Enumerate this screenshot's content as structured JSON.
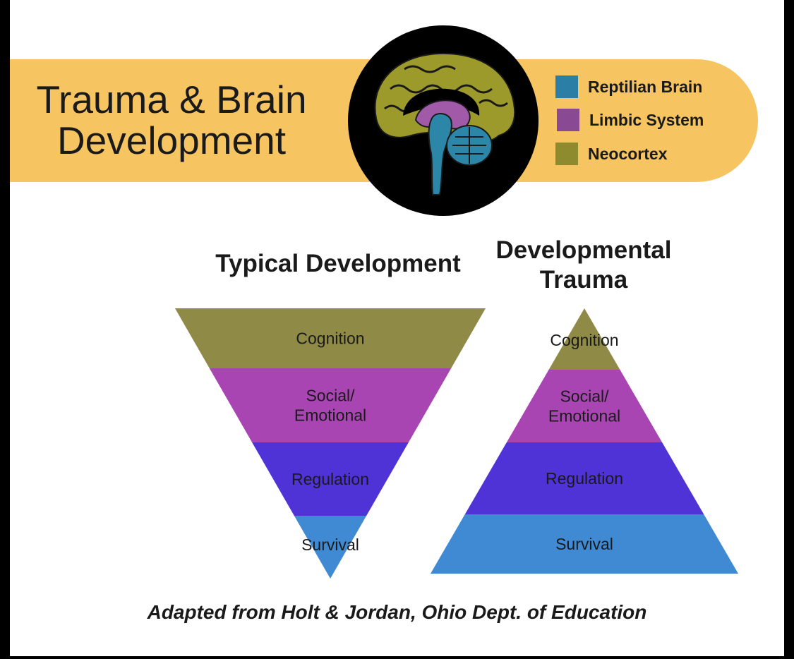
{
  "title": {
    "line1": "Trauma & Brain",
    "line2": "Development"
  },
  "illustration": {
    "icon": "brain-cross-section-icon"
  },
  "legend": [
    {
      "label": "Reptilian Brain",
      "color": "#2b7fa6"
    },
    {
      "label": "Limbic System",
      "color": "#8a4a93"
    },
    {
      "label": "Neocortex",
      "color": "#8e8a2e"
    }
  ],
  "typical": {
    "title": "Typical Development",
    "layers": [
      {
        "label": "Cognition",
        "color": "#8f8a45"
      },
      {
        "label": "Social/ Emotional",
        "color": "#a845b3"
      },
      {
        "label": "Regulation",
        "color": "#4f33d6"
      },
      {
        "label": "Survival",
        "color": "#3f8ad3"
      }
    ]
  },
  "trauma": {
    "title": "Developmental Trauma",
    "layers": [
      {
        "label": "Cognition",
        "color": "#8f8a45"
      },
      {
        "label": "Social/ Emotional",
        "color": "#a845b3"
      },
      {
        "label": "Regulation",
        "color": "#4f33d6"
      },
      {
        "label": "Survival",
        "color": "#3f8ad3"
      }
    ]
  },
  "source": "Adapted from Holt & Jordan, Ohio Dept. of Education"
}
